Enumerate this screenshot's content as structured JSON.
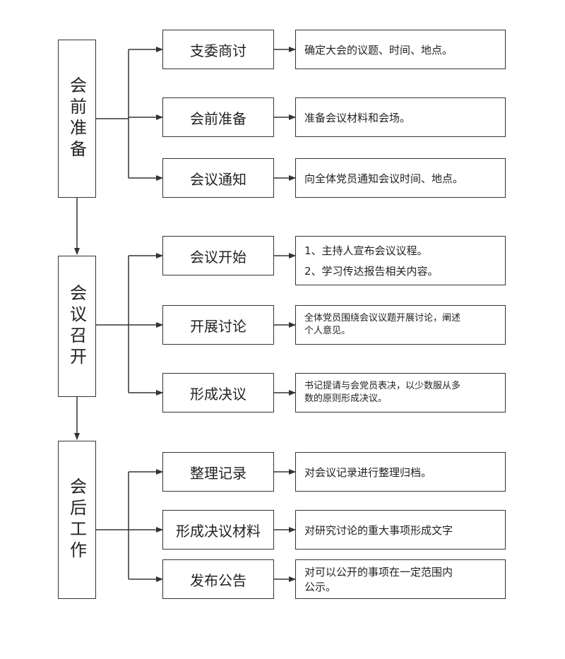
{
  "phases": [
    {
      "name": "会前准备",
      "steps": [
        {
          "label": "支委商讨",
          "desc": [
            "确定大会的议题、时间、地点。"
          ]
        },
        {
          "label": "会前准备",
          "desc": [
            "准备会议材料和会场。"
          ]
        },
        {
          "label": "会议通知",
          "desc": [
            "向全体党员通知会议时间、地点。"
          ]
        }
      ]
    },
    {
      "name": "会议召开",
      "steps": [
        {
          "label": "会议开始",
          "desc": [
            "1、主持人宣布会议议程。",
            "2、学习传达报告相关内容。"
          ]
        },
        {
          "label": "开展讨论",
          "desc": [
            "全体党员围绕会议议题开展讨论，阐述",
            "个人意见。"
          ]
        },
        {
          "label": "形成决议",
          "desc": [
            "书记提请与会党员表决，以少数服从多",
            "数的原则形成决议。"
          ]
        }
      ]
    },
    {
      "name": "会后工作",
      "steps": [
        {
          "label": "整理记录",
          "desc": [
            "对会议记录进行整理归档。"
          ]
        },
        {
          "label": "形成决议材料",
          "desc": [
            "对研究讨论的重大事项形成文字"
          ]
        },
        {
          "label": "发布公告",
          "desc": [
            "对可以公开的事项在一定范围内",
            "公示。"
          ]
        }
      ]
    }
  ],
  "colors": {
    "line": "#333333"
  }
}
